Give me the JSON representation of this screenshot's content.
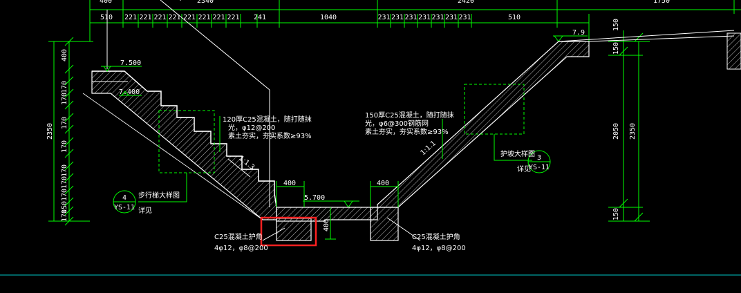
{
  "colors": {
    "background": "#000000",
    "dim_line": "#00ff00",
    "structure": "#ffffff",
    "hatch": "#cfcfcf",
    "detail_box": "#00ff00",
    "highlight": "#ff2020",
    "baseline": "#00c8c8"
  },
  "top_dims": {
    "row1_partial": [
      "400",
      "2340",
      "2420",
      "1750"
    ],
    "row2": [
      "510",
      "221",
      "221",
      "221",
      "221",
      "221",
      "221",
      "221",
      "221",
      "241",
      "1040",
      "231",
      "231",
      "231",
      "231",
      "231",
      "231",
      "231",
      "510"
    ]
  },
  "left_dims": {
    "segments": [
      "400",
      "170",
      "170",
      "170",
      "170",
      "170",
      "170",
      "170",
      "150",
      "170"
    ],
    "total": "2350"
  },
  "right_dims": {
    "segments": [
      "150",
      "150",
      "2050",
      "150"
    ],
    "total": "2350"
  },
  "elevations": {
    "top_left": "7.500",
    "second_left": "7.400",
    "bottom": "5.700",
    "top_right": "7.9"
  },
  "notes": {
    "left_line1": "120厚C25混凝土，随打随抹",
    "left_line2": "光，φ12@200",
    "left_line3": "素土夯实，夯实系数≥93%",
    "right_line1": "150厚C25混凝土，随打随抹",
    "right_line2": "光，φ6@300钢筋网",
    "right_line3": "素土夯实，夯实系数≥93%",
    "slope": "1:1.3",
    "slope_right": "1:1.1"
  },
  "footings": {
    "left_title": "C25混凝土护角",
    "left_rebar": "4φ12，φ8@200",
    "right_title": "C25混凝土护角",
    "right_rebar": "4φ12，φ8@200",
    "width_left": "400",
    "width_right": "400",
    "height_left": "400"
  },
  "detail_refs": {
    "left_num": "4",
    "left_sheet": "YS-11",
    "left_label": "步行梯大样图",
    "left_see": "详见",
    "right_num": "3",
    "right_sheet": "YS-11",
    "right_label": "护坡大样图",
    "right_see": "详见"
  }
}
